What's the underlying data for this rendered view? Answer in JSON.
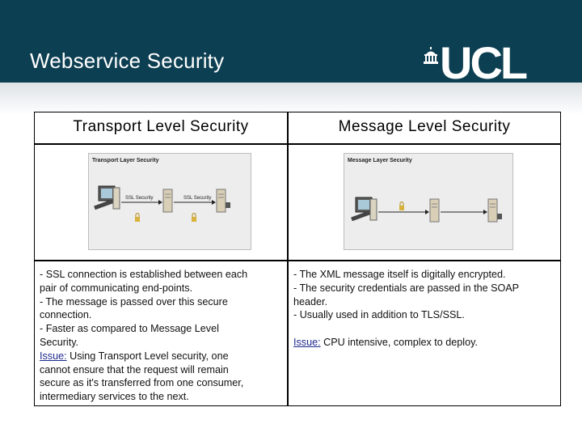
{
  "slide": {
    "title": "Webservice Security",
    "logo_text": "UCL"
  },
  "table": {
    "headers": [
      "Transport Level Security",
      "Message Level Security"
    ],
    "diagrams": {
      "transport": {
        "caption": "Transport Layer Security",
        "labels": [
          "SSL Security",
          "SSL Security"
        ]
      },
      "message": {
        "caption": "Message Layer Security"
      }
    },
    "transport_lines": [
      "- SSL connection is established between each",
      "pair of communicating end-points.",
      "- The message is passed over this secure",
      "connection.",
      "- Faster as compared to Message Level",
      "Security."
    ],
    "transport_issue_label": "Issue:",
    "transport_issue_lines": [
      "Using Transport Level security, one",
      "cannot ensure that the request will remain",
      "secure as it's transferred from one consumer,",
      "intermediary services to the next."
    ],
    "message_lines": [
      "- The XML message itself is digitally encrypted.",
      "- The security credentials are passed in the SOAP",
      "header.",
      "- Usually used in addition to TLS/SSL."
    ],
    "message_issue_label": "Issue:",
    "message_issue_text": "CPU intensive, complex to deploy."
  },
  "colors": {
    "header_bg": "#0d3f52",
    "issue_link": "#1f2a8c"
  },
  "icons": [
    "ucl-portico-icon",
    "client-computer-icon",
    "server-icon",
    "lock-icon",
    "arrow-right-icon"
  ]
}
